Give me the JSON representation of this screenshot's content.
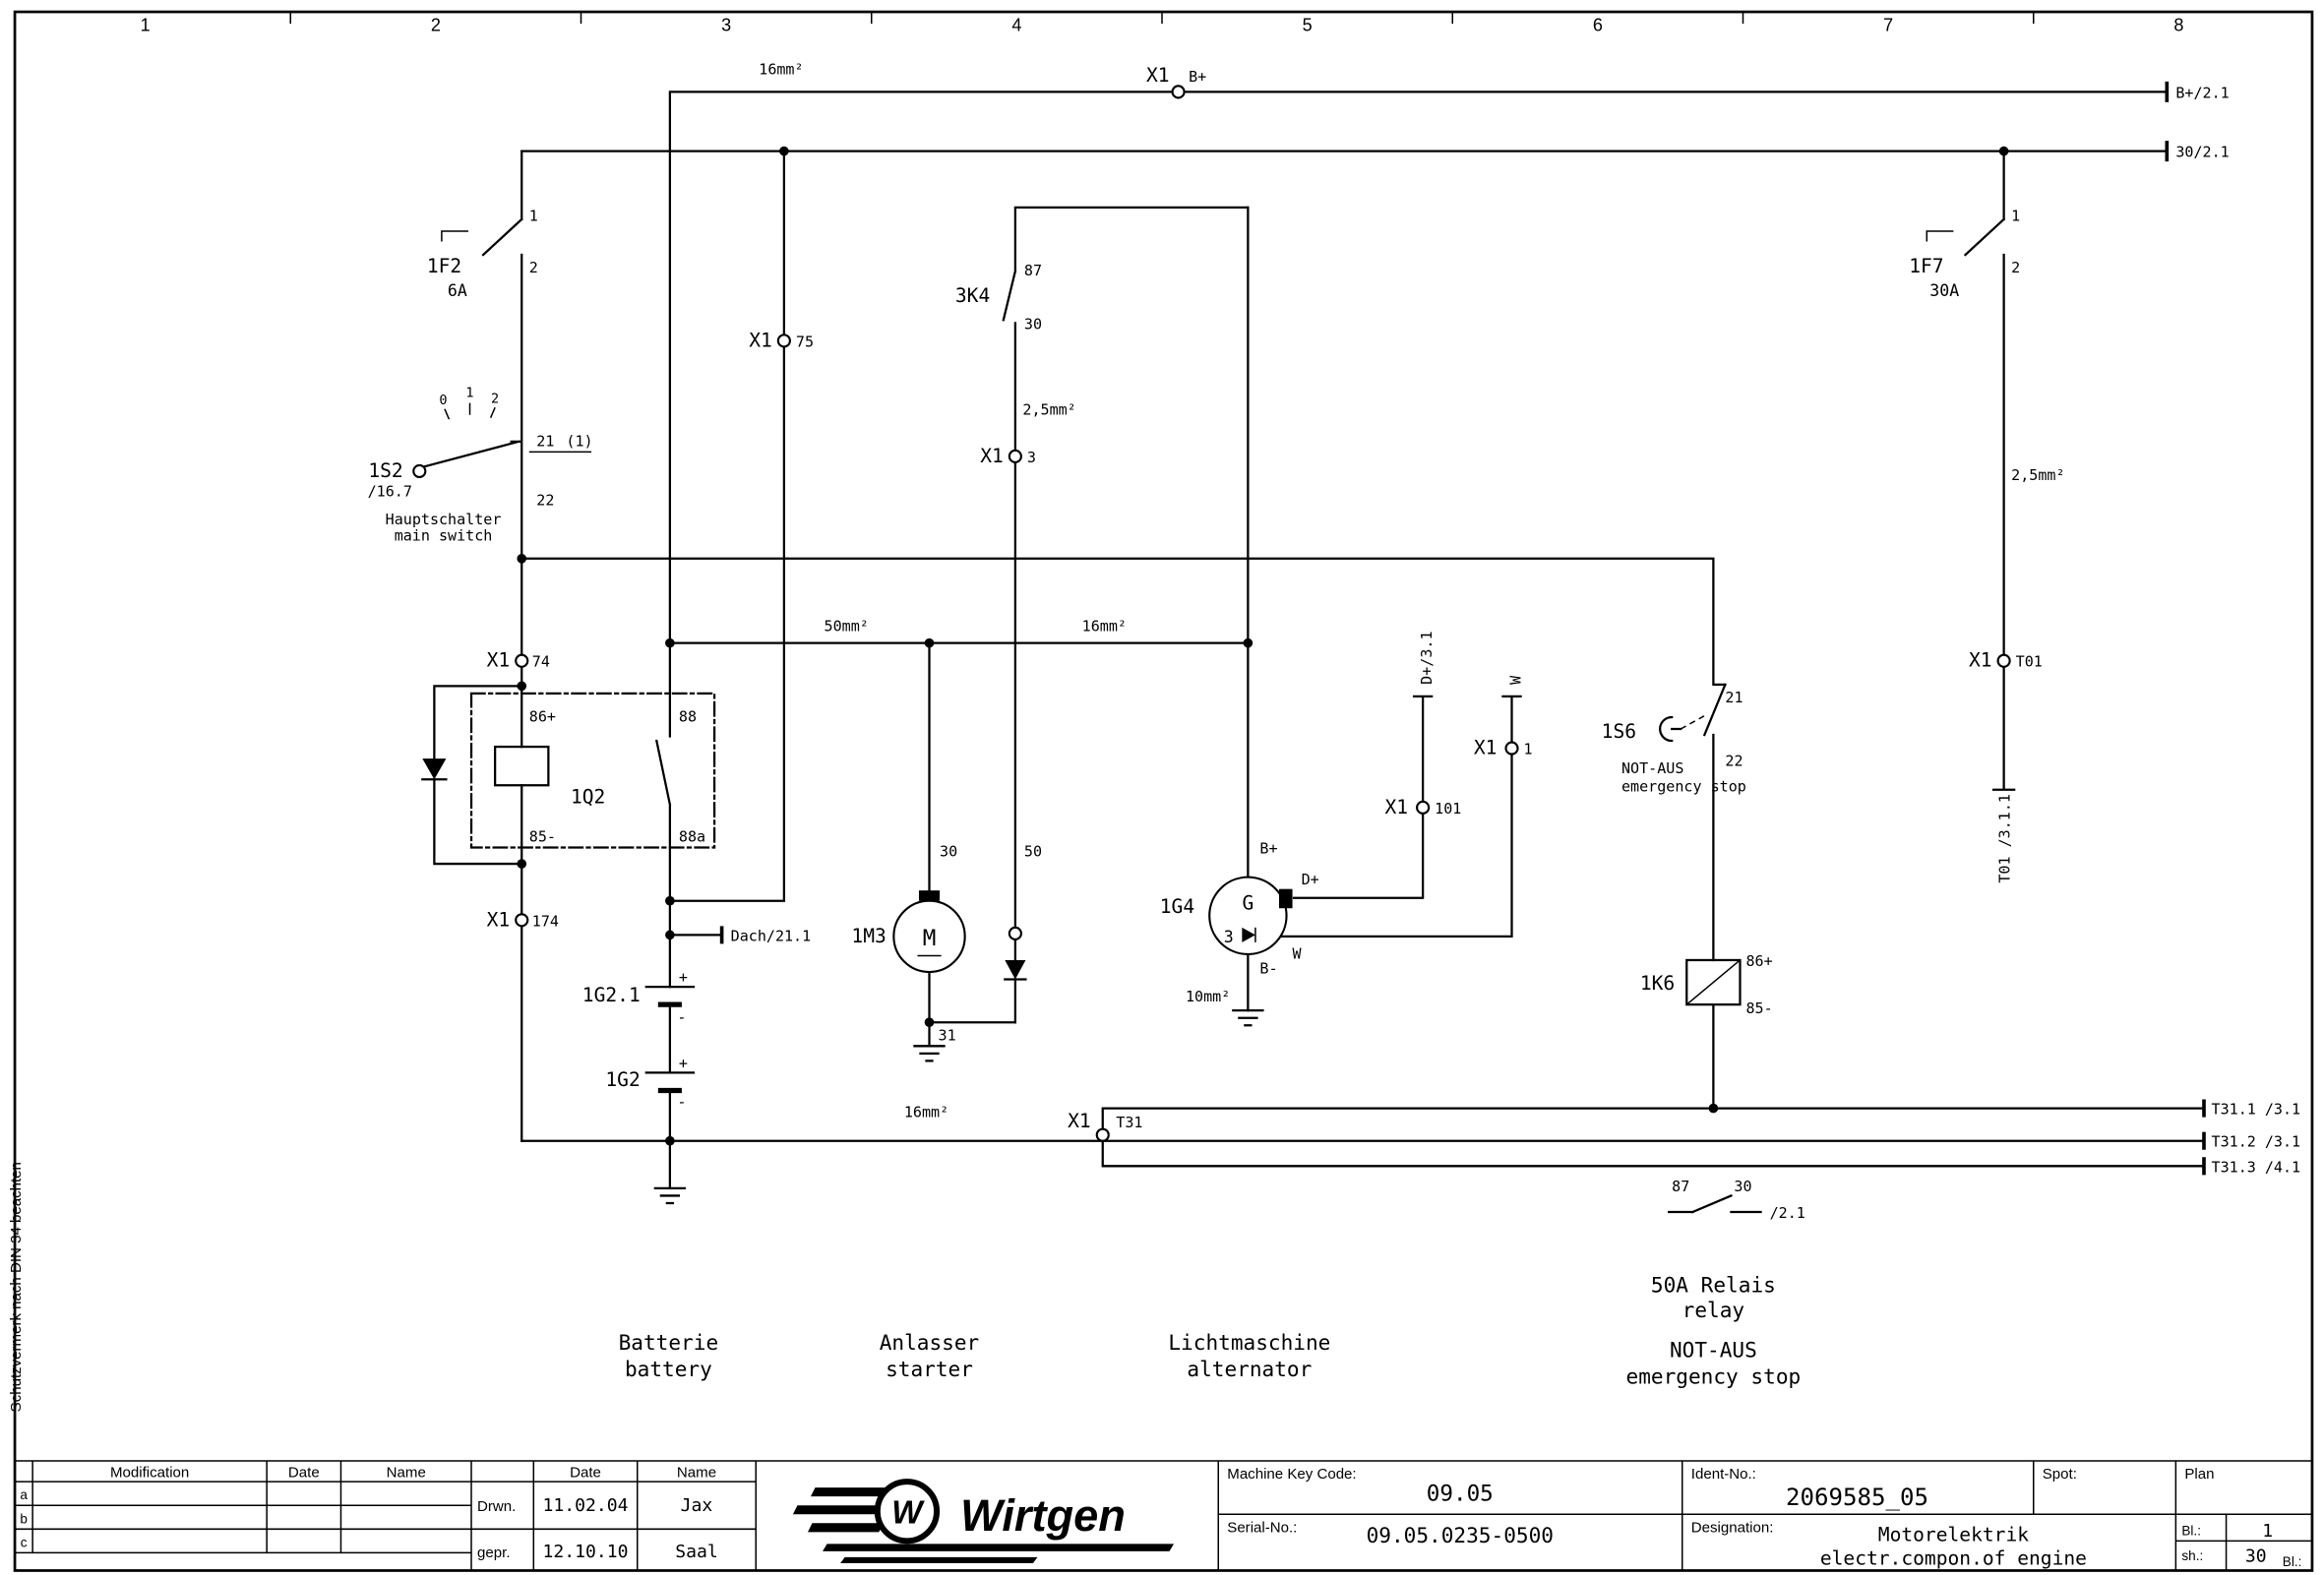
{
  "frame": {
    "columns": [
      "1",
      "2",
      "3",
      "4",
      "5",
      "6",
      "7",
      "8"
    ],
    "side_note": "Schutzvermerk nach DIN 34 beachten"
  },
  "wire_sizes": {
    "top16": "16mm²",
    "k4_25": "2,5mm²",
    "f7_25": "2,5mm²",
    "batt50": "50mm²",
    "alt16": "16mm²",
    "gnd16": "16mm²",
    "alt10": "10mm²"
  },
  "net_labels": {
    "bplus_out": "B+/2.1",
    "r30_out": "30/2.1",
    "t311_out": "T31.1 /3.1",
    "t312_out": "T31.2 /3.1",
    "t313_out": "T31.3 /4.1",
    "dach": "Dach/21.1",
    "dplus_out": "D+/3.1",
    "w_out": "W",
    "t01_out": "T01 /3.1.1",
    "aux_out": "/2.1"
  },
  "connector": {
    "ref": "X1",
    "pin_bplus": "B+",
    "pin75": "75",
    "pin3": "3",
    "pin74": "74",
    "pin174": "174",
    "pin101": "101",
    "pin1": "1",
    "pinT01": "T01",
    "pinT31": "T31"
  },
  "f2": {
    "ref": "1F2",
    "rating": "6A",
    "t1": "1",
    "t2": "2"
  },
  "f7": {
    "ref": "1F7",
    "rating": "30A",
    "t1": "1",
    "t2": "2"
  },
  "k4": {
    "ref": "3K4",
    "t87": "87",
    "t30": "30"
  },
  "s2": {
    "ref": "1S2",
    "xref": "/16.7",
    "p0": "0",
    "p1": "1",
    "p2": "2",
    "t21": "21",
    "t22": "22",
    "note": "(1)",
    "de": "Hauptschalter",
    "en": "main switch"
  },
  "q2": {
    "ref": "1Q2",
    "t86": "86+",
    "t88": "88",
    "t85": "85-",
    "t88a": "88a"
  },
  "g21": {
    "ref": "1G2.1",
    "plus": "+",
    "minus": "-"
  },
  "g2": {
    "ref": "1G2",
    "plus": "+",
    "minus": "-"
  },
  "m3": {
    "ref": "1M3",
    "sym": "M",
    "t30": "30",
    "t50": "50",
    "t31": "31"
  },
  "g4": {
    "ref": "1G4",
    "g": "G",
    "three": "3",
    "bplus": "B+",
    "dplus": "D+",
    "w": "W",
    "bminus": "B-"
  },
  "s6": {
    "ref": "1S6",
    "t21": "21",
    "t22": "22",
    "de": "NOT-AUS",
    "en": "emergency stop"
  },
  "k6": {
    "ref": "1K6",
    "t86": "86+",
    "t85": "85-"
  },
  "aux": {
    "t87": "87",
    "t30": "30"
  },
  "captions": {
    "battery_de": "Batterie",
    "battery_en": "battery",
    "starter_de": "Anlasser",
    "starter_en": "starter",
    "alternator_de": "Lichtmaschine",
    "alternator_en": "alternator",
    "relay_de": "50A Relais",
    "relay_en": "relay",
    "estop_de": "NOT-AUS",
    "estop_en": "emergency stop"
  },
  "titleblock": {
    "rows": [
      "a",
      "b",
      "c"
    ],
    "modification": "Modification",
    "date": "Date",
    "name": "Name",
    "date2": "Date",
    "name2": "Name",
    "drwn_label": "Drwn.",
    "drwn_date": "11.02.04",
    "drwn_name": "Jax",
    "gepr_label": "gepr.",
    "gepr_date": "12.10.10",
    "gepr_name": "Saal",
    "logo": "Wirtgen",
    "logo_w": "W",
    "machine_key_label": "Machine Key Code:",
    "machine_key": "09.05",
    "serial_label": "Serial-No.:",
    "serial": "09.05.0235-0500",
    "ident_label": "Ident-No.:",
    "ident": "2069585_05",
    "designation_label": "Designation:",
    "designation_de": "Motorelektrik",
    "designation_en": "electr.compon.of engine",
    "spot_label": "Spot:",
    "plan_label": "Plan",
    "bl_label": "Bl.:",
    "bl_value": "1",
    "sh_label": "sh.:",
    "sh_value": "30",
    "bl2_label": "Bl.:"
  }
}
